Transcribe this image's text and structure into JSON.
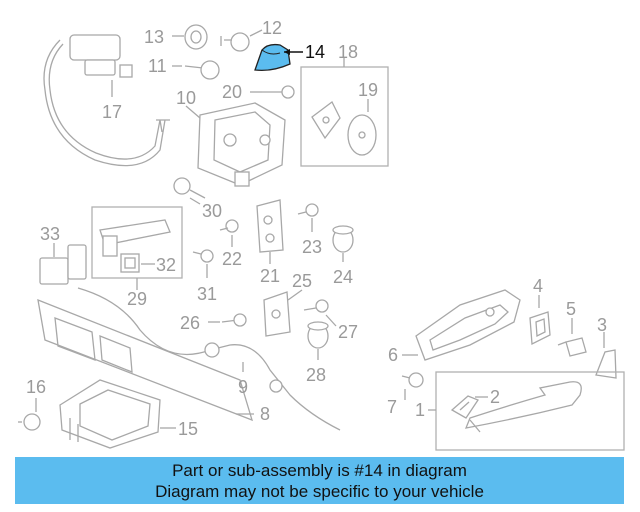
{
  "labels": {
    "l1": "1",
    "l2": "2",
    "l3": "3",
    "l4": "4",
    "l5": "5",
    "l6": "6",
    "l7": "7",
    "l8": "8",
    "l9": "9",
    "l10": "10",
    "l11": "11",
    "l12": "12",
    "l13": "13",
    "l14": "14",
    "l15": "15",
    "l16": "16",
    "l17": "17",
    "l18": "18",
    "l19": "19",
    "l20": "20",
    "l21": "21",
    "l22": "22",
    "l23": "23",
    "l24": "24",
    "l25": "25",
    "l26": "26",
    "l27": "27",
    "l28": "28",
    "l29": "29",
    "l30": "30",
    "l31": "31",
    "l32": "32",
    "l33": "33"
  },
  "banner": {
    "line1": "Part or sub-assembly is #14 in diagram",
    "line2": "Diagram may not be specific to your vehicle"
  },
  "colors": {
    "highlight": "#5bbcef",
    "banner_bg": "#5bbcef",
    "line": "#a8a8a8"
  }
}
